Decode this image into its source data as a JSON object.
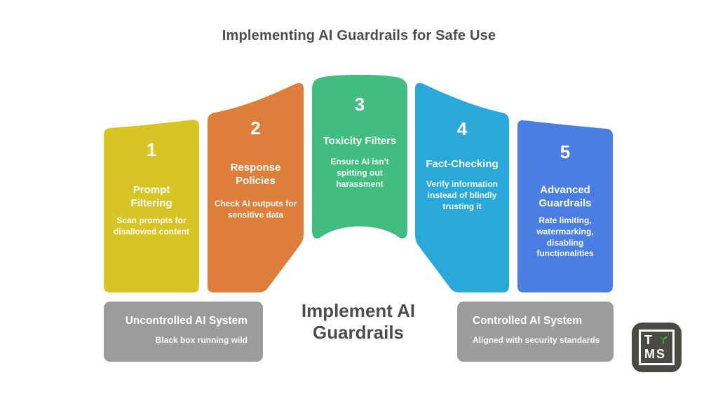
{
  "title": "Implementing AI Guardrails for Safe Use",
  "steps": [
    {
      "number": "1",
      "title": "Prompt Filtering",
      "description": "Scan prompts for disallowed content",
      "color": "#d7c526"
    },
    {
      "number": "2",
      "title": "Response Policies",
      "description": "Check AI outputs for sensitive data",
      "color": "#dd7e3b"
    },
    {
      "number": "3",
      "title": "Toxicity Filters",
      "description": "Ensure AI isn't spitting out harassment",
      "color": "#41bd80"
    },
    {
      "number": "4",
      "title": "Fact-Checking",
      "description": "Verify information instead of blindly trusting it",
      "color": "#29a8d9"
    },
    {
      "number": "5",
      "title": "Advanced Guardrails",
      "description": "Rate limiting, watermarking, disabling functionalities",
      "color": "#4b7ee2"
    }
  ],
  "center_label": {
    "line1": "Implement AI",
    "line2": "Guardrails"
  },
  "uncontrolled_box": {
    "title": "Uncontrolled AI System",
    "subtitle": "Black box running wild"
  },
  "controlled_box": {
    "title": "Controlled AI System",
    "subtitle": "Aligned with security standards"
  },
  "logo": {
    "top_letter": "T",
    "bottom_letters": "MS"
  },
  "colors": {
    "title_text": "#4c4c4c",
    "center_text": "#4d4d4b",
    "box_gray": "#9c9c9c",
    "logo_bg": "#4a4a43",
    "sprout_green": "#4caf50",
    "sprout_dark_green": "#2f7d3c"
  }
}
